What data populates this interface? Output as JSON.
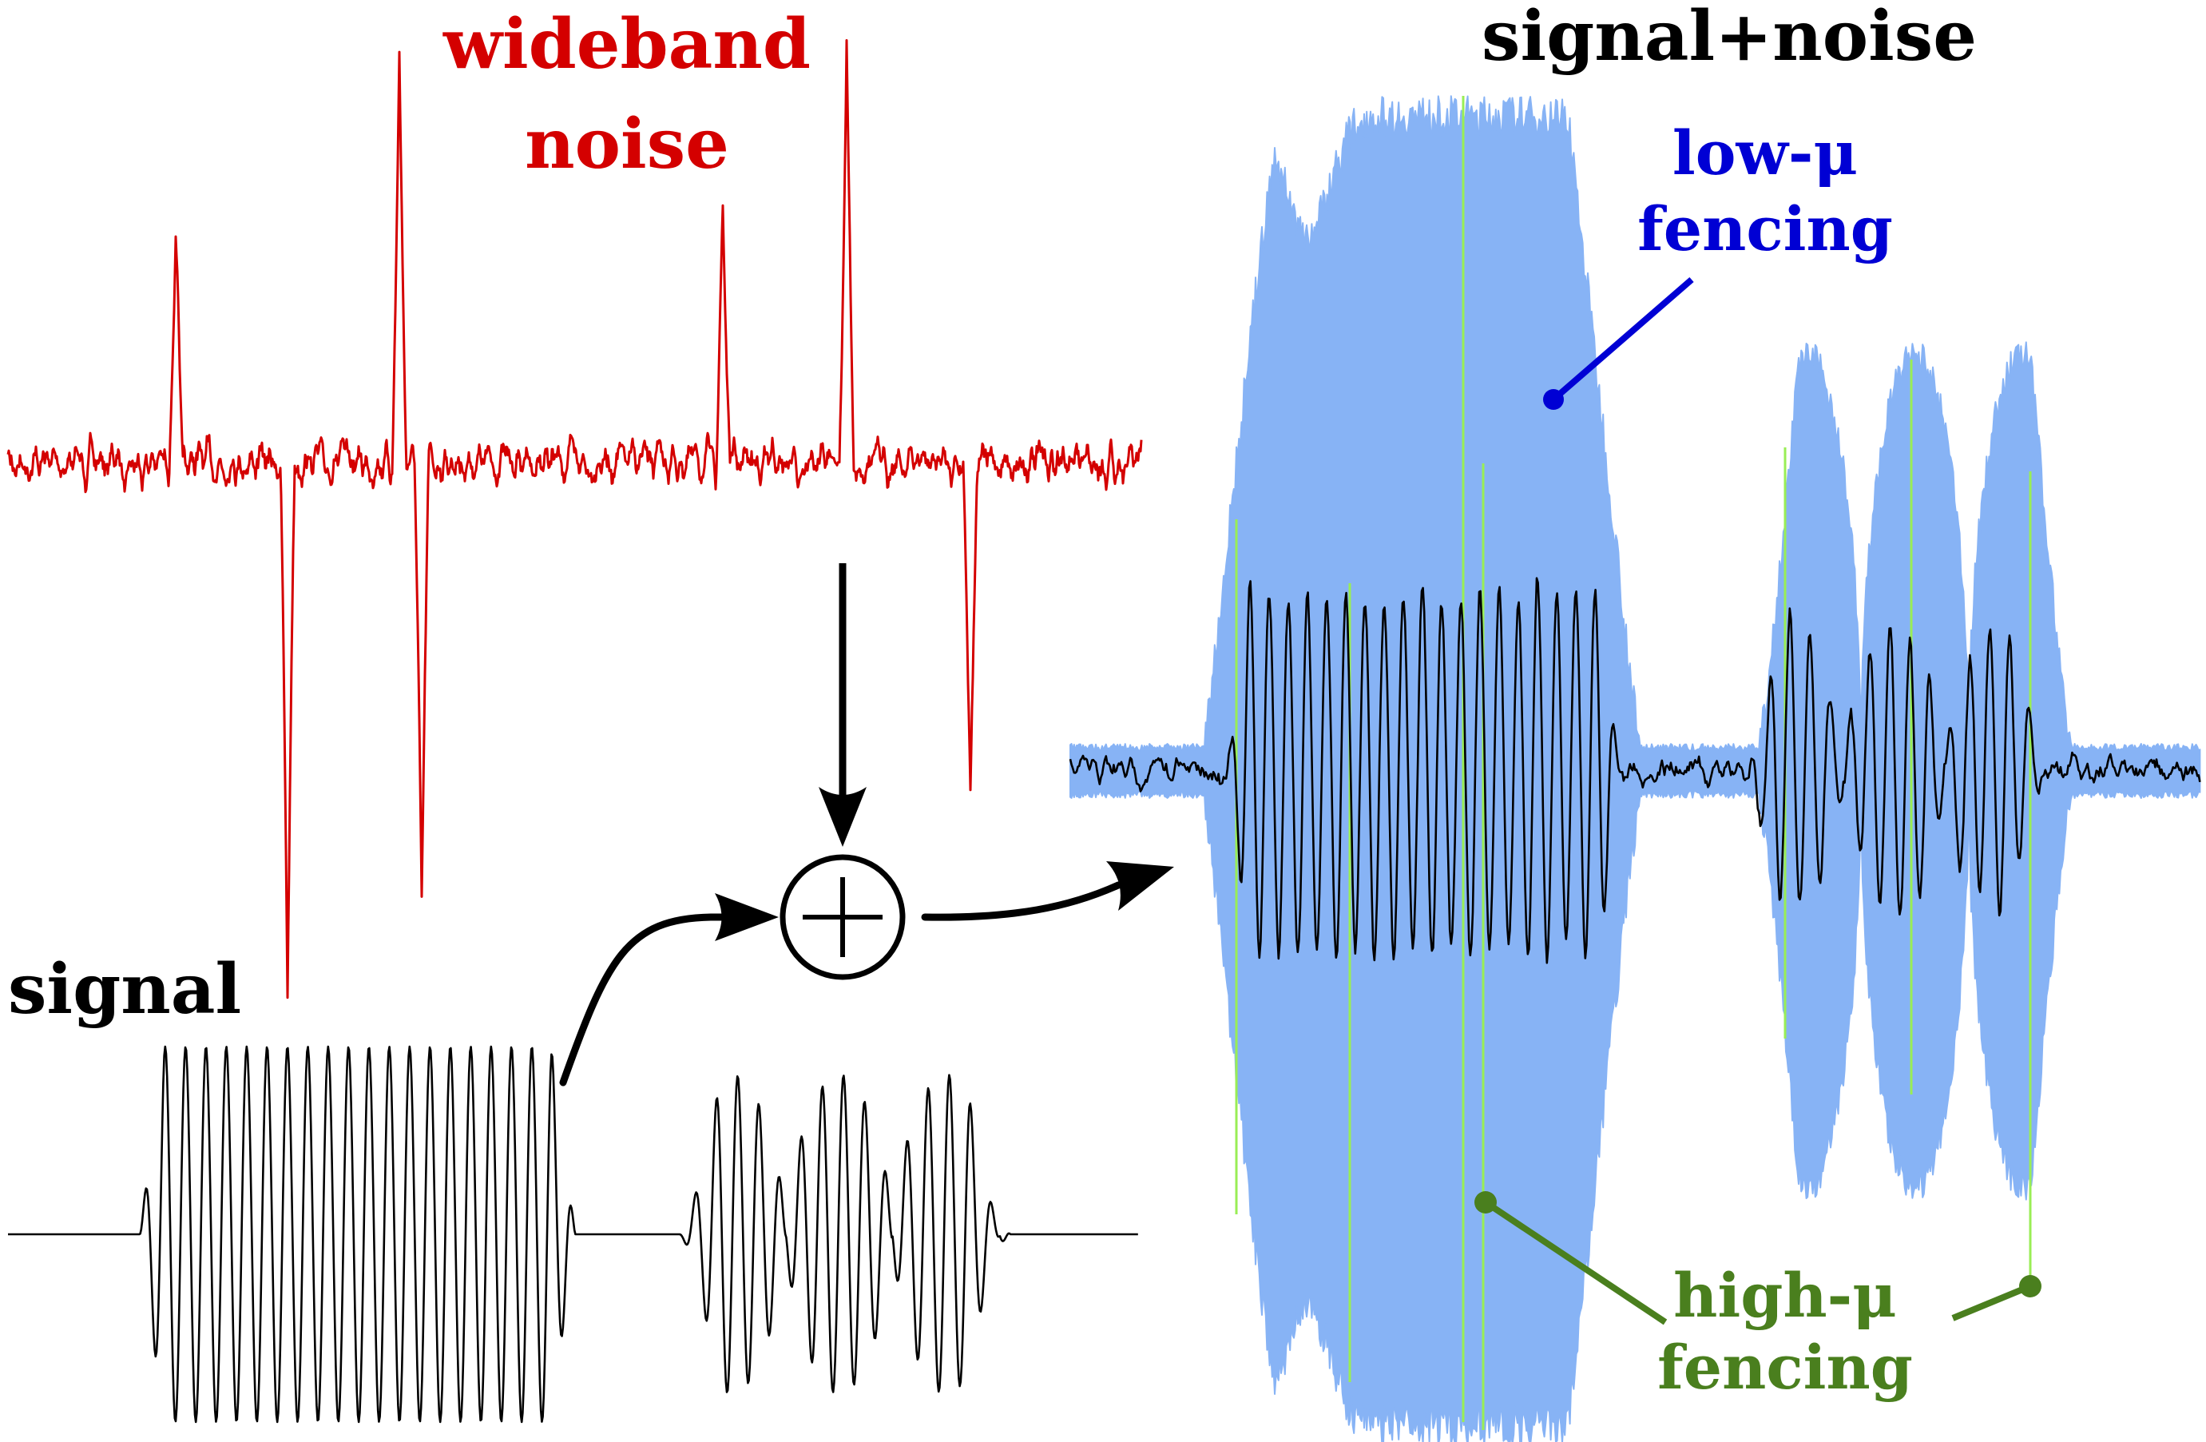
{
  "labels": {
    "noise_line1": "wideband",
    "noise_line2": "noise",
    "signal": "signal",
    "signal_plus_noise": "signal+noise",
    "low_mu_line1": "low-μ",
    "low_mu_line2": "fencing",
    "high_mu_line1": "high-μ",
    "high_mu_line2": "fencing"
  },
  "colors": {
    "noise": "#d40000",
    "signal": "#000000",
    "low_mu": "#0000d4",
    "low_mu_fill": "#87b3f5",
    "high_mu": "#4a7f1e",
    "high_mu_line": "#99ee55"
  },
  "icons": {
    "sum_operator": "circled-plus-icon",
    "arrow": "arrow-icon"
  }
}
